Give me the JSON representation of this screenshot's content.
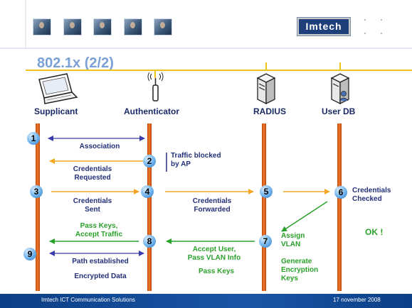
{
  "header": {
    "logo_text": "Imtech"
  },
  "title": "802.1x (2/2)",
  "actors": [
    {
      "id": "supplicant",
      "label": "Supplicant"
    },
    {
      "id": "authenticator",
      "label": "Authenticator"
    },
    {
      "id": "radius",
      "label": "RADIUS"
    },
    {
      "id": "userdb",
      "label": "User DB"
    }
  ],
  "steps": [
    "1",
    "2",
    "3",
    "4",
    "5",
    "6",
    "7",
    "8",
    "9"
  ],
  "messages": {
    "association": "Association",
    "traffic_blocked": [
      "Traffic blocked",
      "by AP"
    ],
    "credentials_requested": [
      "Credentials",
      "Requested"
    ],
    "credentials_sent": [
      "Credentials",
      "Sent"
    ],
    "credentials_forwarded": [
      "Credentials",
      "Forwarded"
    ],
    "credentials_checked": [
      "Credentials",
      "Checked"
    ],
    "ok": "OK !",
    "assign_vlan": [
      "Assign",
      "VLAN"
    ],
    "pass_keys_accept": [
      "Pass Keys,",
      "Accept Traffic"
    ],
    "accept_user": [
      "Accept User,",
      "Pass VLAN Info"
    ],
    "pass_keys": "Pass Keys",
    "generate_keys": [
      "Generate",
      "Encryption",
      "Keys"
    ],
    "path_established": "Path established",
    "encrypted_data": "Encrypted Data"
  },
  "colors": {
    "title": "#7aa0d6",
    "navy_text": "#23307a",
    "green_text": "#2aa12a",
    "lane": "#f07a2a",
    "arrow_orange": "#f5a623",
    "arrow_blue": "#3a3aa8",
    "arrow_green": "#2aa12a",
    "footer": "#0c3f86"
  },
  "footer": {
    "left": "Imtech ICT Communication Solutions",
    "right": "17 november 2008"
  }
}
